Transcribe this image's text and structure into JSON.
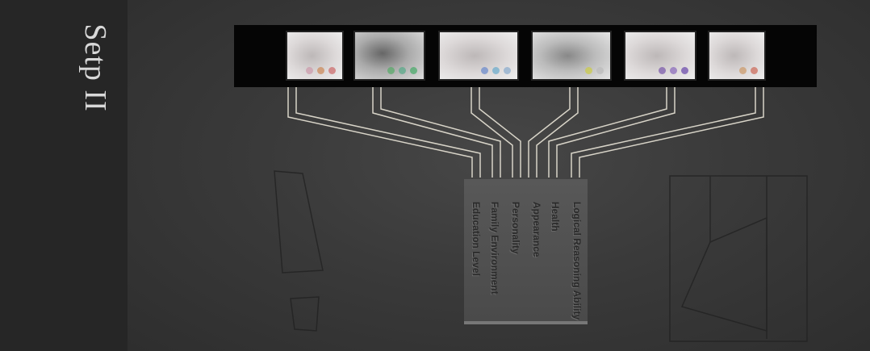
{
  "title": "Setp II",
  "labels": [
    "Education Level",
    "Family Environment",
    "Personality",
    "Appearance",
    "Health",
    "Logical Reasoning Ability"
  ],
  "colors": {
    "sidebar": "#262626",
    "background": "#3a3a3a",
    "wire": "#d8d4c8",
    "panel": "#555555"
  }
}
